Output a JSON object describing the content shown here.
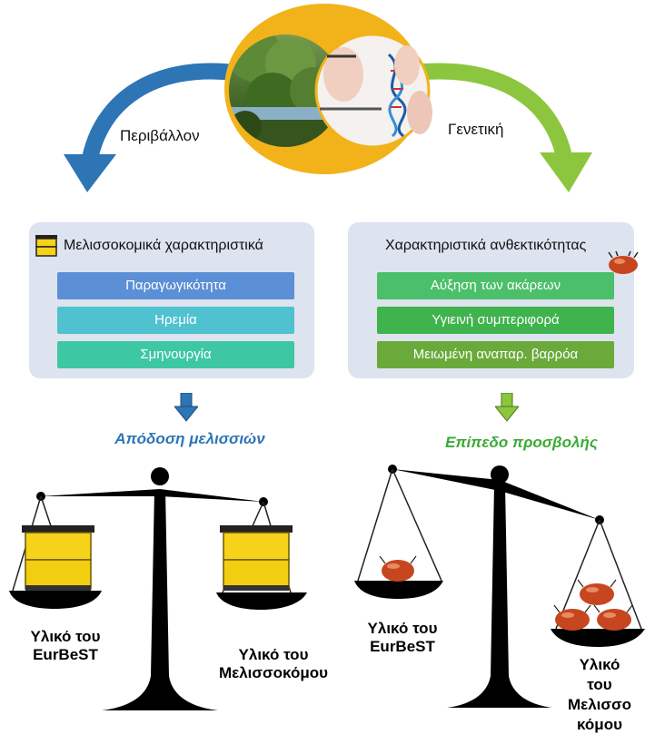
{
  "top": {
    "left_arrow_label": "Περιβάλλον",
    "right_arrow_label": "Γενετική"
  },
  "left_panel": {
    "title": "Μελισσοκομικά χαρακτηριστικά",
    "items": [
      "Παραγωγικότητα",
      "Ηρεμία",
      "Σμηνουργία"
    ],
    "result": "Απόδοση μελισσιών"
  },
  "right_panel": {
    "title": "Χαρακτηριστικά ανθεκτικότητας",
    "items": [
      "Αύξηση των ακάρεων",
      "Υγιεινή συμπεριφορά",
      "Μειωμένη αναπαρ. βαρρόα"
    ],
    "result": "Επίπεδο προσβολής"
  },
  "left_scale": {
    "left_label": "Υλικό του\nEurBeST",
    "right_label": "Υλικό του\nΜελισσοκόμου"
  },
  "right_scale": {
    "left_label": "Υλικό του\nEurBeST",
    "right_label": "Υλικό\nτου\nΜελισσο\nκόμου",
    "left_mites": 1,
    "right_mites": 3
  },
  "colors": {
    "blue_arrow": "#2e75b6",
    "green_arrow": "#8cc63f",
    "ellipse_fill": "#f2b31a",
    "result_blue": "#2e74b5",
    "result_green": "#3aaa35",
    "bar_blue": "#5b8fd6",
    "bar_teal": "#4fc1cf",
    "bar_teal2": "#3ec7a3",
    "bar_green1": "#4cbf6a",
    "bar_green2": "#3fb34c",
    "bar_green3": "#6aaa3a"
  }
}
